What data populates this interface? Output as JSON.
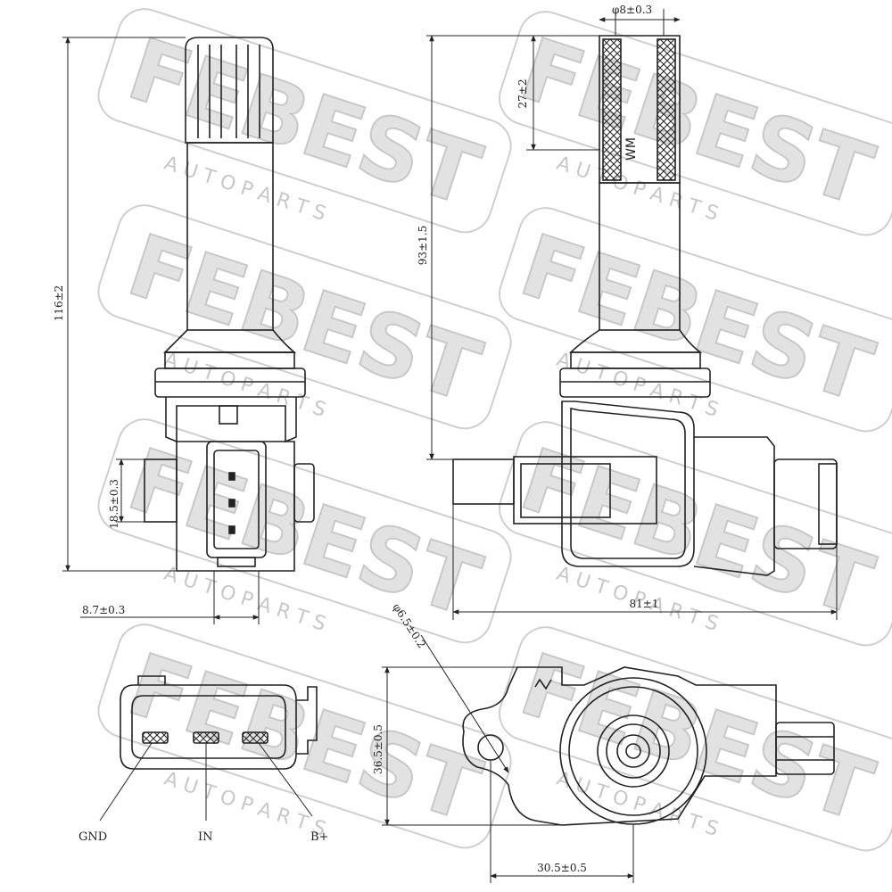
{
  "watermark": {
    "brand": "FEBEST",
    "tagline": "A U T O   P A R T S"
  },
  "dimensions": {
    "total_height": "116±2",
    "body_height": "93±1.5",
    "tip_length": "27±2",
    "tip_diameter": "φ8±0.3",
    "connector_height": "18.5±0.3",
    "connector_width": "8.7±0.3",
    "total_width": "81±1",
    "hole_diameter": "φ6.5±0.2",
    "flange_height": "36.5±0.5",
    "hole_offset": "30.5±0.5"
  },
  "pin_labels": {
    "gnd": "GND",
    "in": "IN",
    "bplus": "B+"
  },
  "colors": {
    "line": "#222222",
    "watermark": "#c8c8c8"
  }
}
